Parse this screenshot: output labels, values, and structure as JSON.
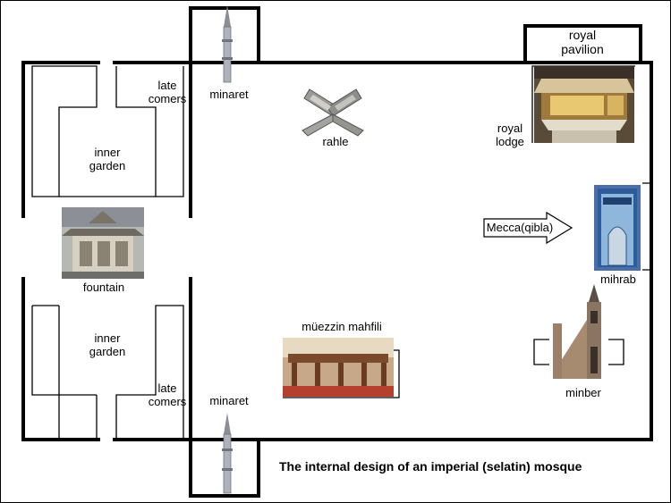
{
  "labels": {
    "royal_pavilion": "royal\npavilion",
    "late_comers_top": "late\ncomers",
    "minaret_top": "minaret",
    "rahle": "rahle",
    "royal_lodge": "royal\nlodge",
    "inner_garden_top": "inner\ngarden",
    "mecca": "Mecca(qibla)",
    "fountain": "fountain",
    "mihrab": "mihrab",
    "muezzin_mahfili": "müezzin mahfili",
    "inner_garden_bottom": "inner\ngarden",
    "late_comers_bottom": "late\ncomers",
    "minaret_bottom": "minaret",
    "minber": "minber"
  },
  "caption": "The internal design of an imperial (selatin) mosque",
  "icons": {
    "minaret_top": "minaret-icon",
    "minaret_bottom": "minaret-icon",
    "rahle": "rahle-book-stand-icon",
    "royal_lodge": "royal-lodge-photo",
    "fountain": "fountain-photo",
    "mihrab": "mihrab-photo",
    "muezzin_mahfili": "muezzin-mahfili-photo",
    "minber": "minber-photo",
    "mecca_arrow": "arrow-right-icon"
  }
}
